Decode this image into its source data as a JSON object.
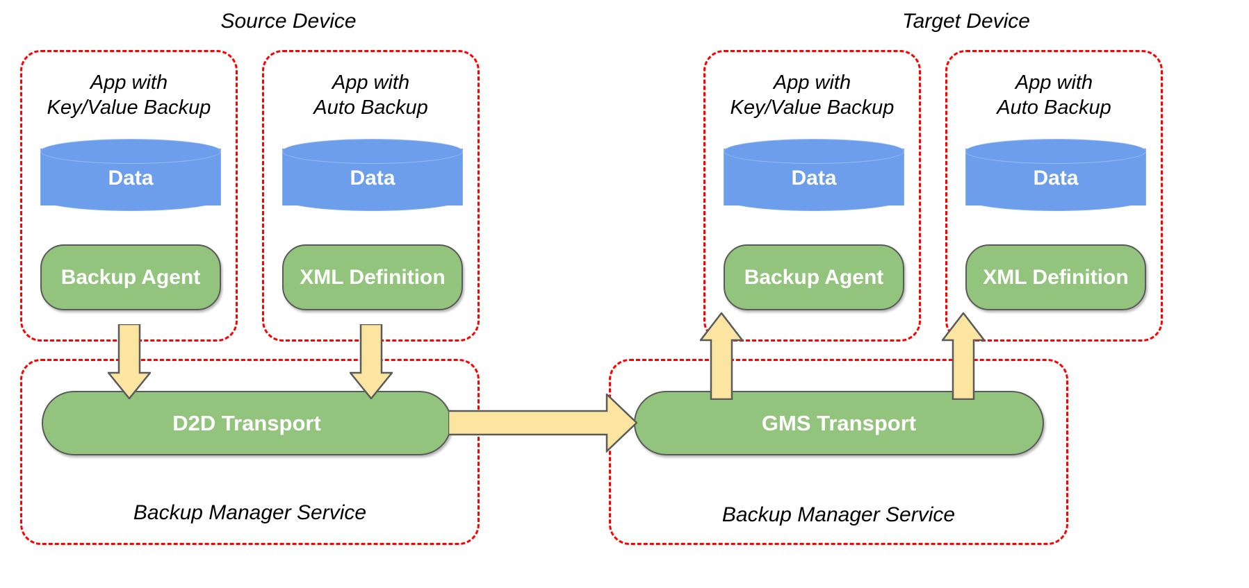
{
  "diagram": {
    "title_source": "Source Device",
    "title_target": "Target Device",
    "colors": {
      "container_border": "#FF0000",
      "data_fill": "#6D9EEB",
      "component_fill": "#93C47D",
      "arrow_fill": "#FCE5A0",
      "arrow_stroke": "#5A5A5A",
      "text_on_shape": "#FFFFFF",
      "text": "#000000"
    },
    "source_device": {
      "label": "Source Device",
      "apps": [
        {
          "label": "App with\nKey/Value Backup",
          "data_label": "Data",
          "component_label": "Backup Agent"
        },
        {
          "label": "App with\nAuto Backup",
          "data_label": "Data",
          "component_label": "XML Definition"
        }
      ],
      "service": {
        "label": "Backup Manager Service",
        "transport_label": "D2D Transport"
      }
    },
    "target_device": {
      "label": "Target Device",
      "apps": [
        {
          "label": "App with\nKey/Value Backup",
          "data_label": "Data",
          "component_label": "Backup Agent"
        },
        {
          "label": "App with\nAuto Backup",
          "data_label": "Data",
          "component_label": "XML Definition"
        }
      ],
      "service": {
        "label": "Backup Manager Service",
        "transport_label": "GMS Transport"
      }
    },
    "arrows": [
      {
        "name": "source-backup-agent-to-d2d",
        "direction": "down"
      },
      {
        "name": "source-xml-definition-to-d2d",
        "direction": "down"
      },
      {
        "name": "d2d-to-gms-transport",
        "direction": "right"
      },
      {
        "name": "gms-to-target-backup-agent",
        "direction": "up"
      },
      {
        "name": "gms-to-target-xml-definition",
        "direction": "up"
      }
    ]
  }
}
